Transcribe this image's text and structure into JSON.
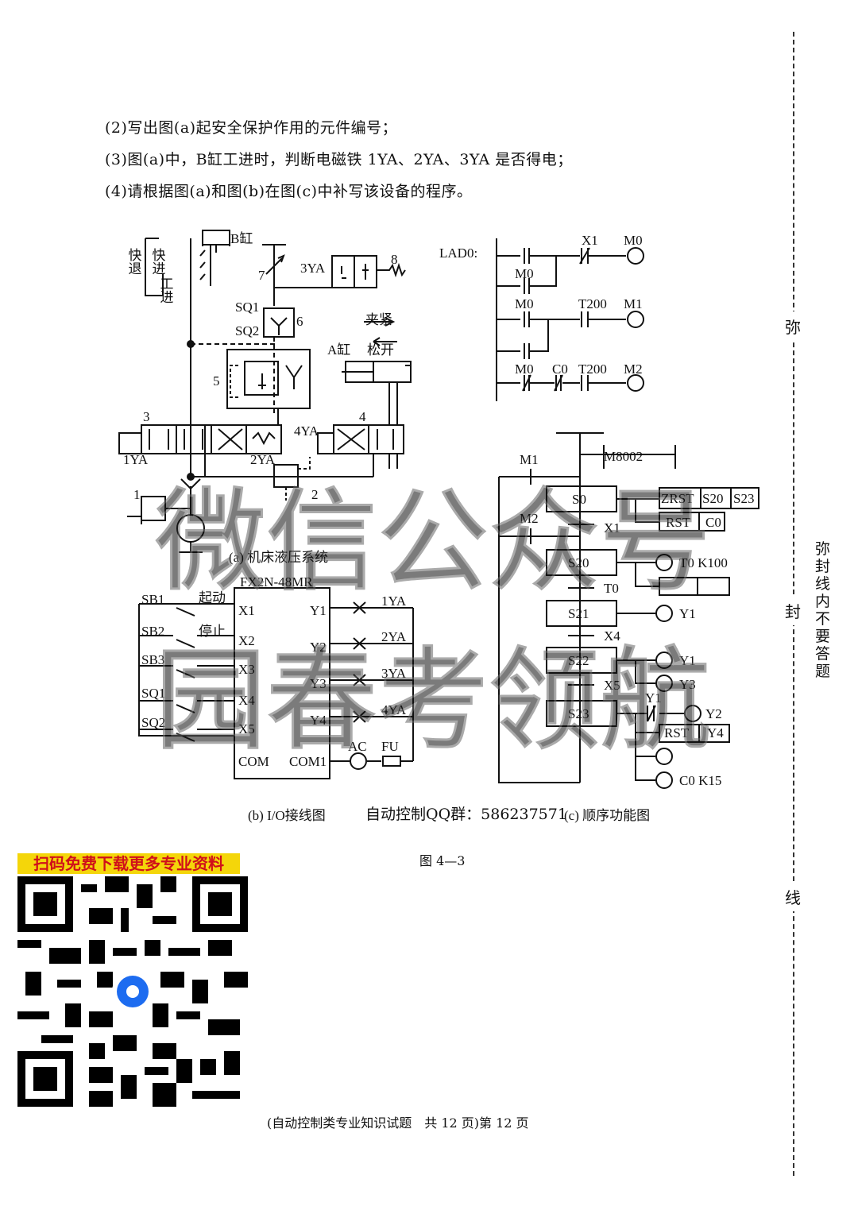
{
  "questions": {
    "q2": "(2)写出图(a)起安全保护作用的元件编号；",
    "q3": "(3)图(a)中，B缸工进时，判断电磁铁 1YA、2YA、3YA 是否得电；",
    "q4": "(4)请根据图(a)和图(b)在图(c)中补写该设备的程序。"
  },
  "hydraulic": {
    "cyl_b": "B缸",
    "kuaijin": "快进",
    "kuaitui": "快退",
    "gongjin": "工进",
    "sol3": "3YA",
    "n8": "8",
    "n7": "7",
    "sq1": "SQ1",
    "sq2": "SQ2",
    "n6": "6",
    "jiajin": "夹紧",
    "cyl_a": "A缸",
    "songkai": "松开",
    "n5": "5",
    "n3": "3",
    "n4": "4",
    "sol4": "4YA",
    "sol1": "1YA",
    "sol2": "2YA",
    "n1": "1",
    "n2": "2",
    "caption": "(a) 机床液压系统"
  },
  "ladder": {
    "title": "LAD0:",
    "x1": "X1",
    "m0": "M0",
    "m0b": "M0",
    "m0c": "M0",
    "t200": "T200",
    "m1": "M1",
    "m0d": "M0",
    "c0": "C0",
    "t200b": "T200",
    "m2": "M2"
  },
  "io": {
    "plc": "FX2N-48MR",
    "sb1": "SB1",
    "qidong": "起动",
    "sb2": "SB2",
    "tingzhi": "停止",
    "sb3": "SB3",
    "sq1": "SQ1",
    "sq2": "SQ2",
    "x1": "X1",
    "x2": "X2",
    "x3": "X3",
    "x4": "X4",
    "x5": "X5",
    "com": "COM",
    "y1": "Y1",
    "y2": "Y2",
    "y3": "Y3",
    "y4": "Y4",
    "com1": "COM1",
    "ya1": "1YA",
    "ya2": "2YA",
    "ya3": "3YA",
    "ya4": "4YA",
    "ac": "AC",
    "fu": "FU",
    "caption": "(b) I/O接线图"
  },
  "sfc": {
    "m8002": "M8002",
    "m1": "M1",
    "m2": "M2",
    "s0": "S0",
    "zrst": "ZRST",
    "s20a": "S20",
    "s23a": "S23",
    "rst": "RST",
    "c0": "C0",
    "x1": "X1",
    "s20": "S20",
    "t0k": "T0 K100",
    "t0": "T0",
    "s21": "S21",
    "y1": "Y1",
    "x4": "X4",
    "s22": "S22",
    "y1b": "Y1",
    "y3": "Y3",
    "x5": "X5",
    "s23": "S23",
    "y1c": "Y1",
    "y2": "Y2",
    "rst2": "RST",
    "y4": "Y4",
    "c0k": "C0 K15",
    "caption": "(c) 顺序功能图"
  },
  "qq_group": "自动控制QQ群：586237571",
  "figure_label": "图 4—3",
  "qr_title": "扫码免费下载更多专业资料",
  "footer": "(自动控制类专业知识试题　共 12 页)第 12 页",
  "margin": {
    "c1": "弥",
    "c2": "封",
    "c3": "线",
    "note": "弥封线内不要答题"
  },
  "watermark": {
    "line1": "微信公众号",
    "line2": "园春考领航"
  }
}
